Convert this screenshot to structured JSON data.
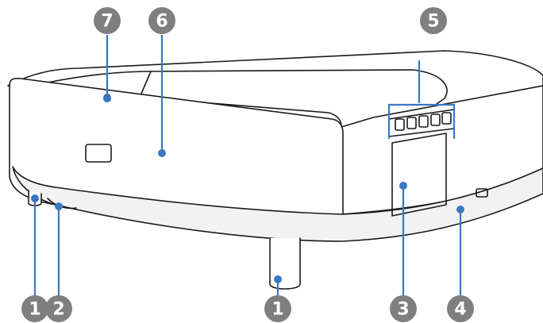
{
  "callouts": [
    {
      "id": "c1a",
      "number": "1",
      "part": "foot-rear-left"
    },
    {
      "id": "c2",
      "number": "2",
      "part": "intake-vent"
    },
    {
      "id": "c1b",
      "number": "1",
      "part": "foot-front"
    },
    {
      "id": "c3",
      "number": "3",
      "part": "cover-panel"
    },
    {
      "id": "c4",
      "number": "4",
      "part": "security-slot"
    },
    {
      "id": "c5",
      "number": "5",
      "part": "control-buttons"
    },
    {
      "id": "c6",
      "number": "6",
      "part": "front-panel"
    },
    {
      "id": "c7",
      "number": "7",
      "part": "sensor"
    }
  ],
  "colors": {
    "accent": "#3a78c0",
    "callout": "#7f7f7f",
    "outline": "#1a1a1a"
  }
}
